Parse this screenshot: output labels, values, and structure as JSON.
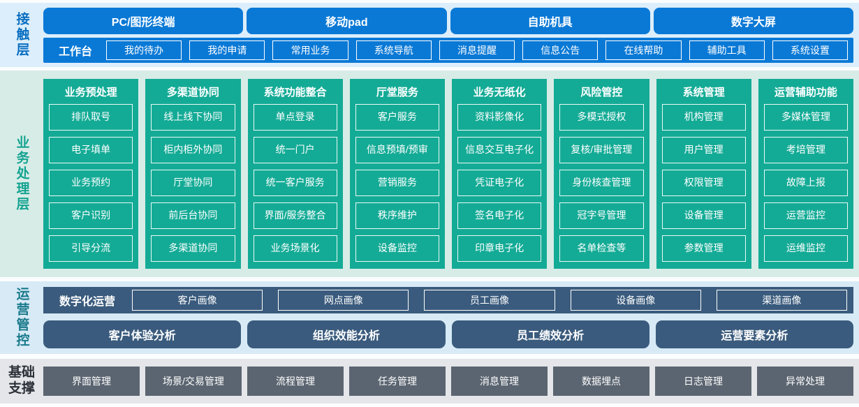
{
  "contact": {
    "label": "接触层",
    "channels": [
      "PC/图形终端",
      "移动pad",
      "自助机具",
      "数字大屏"
    ],
    "workbench": {
      "label": "工作台",
      "items": [
        "我的待办",
        "我的申请",
        "常用业务",
        "系统导航",
        "消息提醒",
        "信息公告",
        "在线帮助",
        "辅助工具",
        "系统设置"
      ]
    }
  },
  "business": {
    "label": "业务处理层",
    "columns": [
      {
        "title": "业务预处理",
        "items": [
          "排队取号",
          "电子填单",
          "业务预约",
          "客户识别",
          "引导分流"
        ]
      },
      {
        "title": "多渠道协同",
        "items": [
          "线上线下协同",
          "柜内柜外协同",
          "厅堂协同",
          "前后台协同",
          "多渠道协同"
        ]
      },
      {
        "title": "系统功能整合",
        "items": [
          "单点登录",
          "统一门户",
          "统一客户服务",
          "界面/服务整合",
          "业务场景化"
        ]
      },
      {
        "title": "厅堂服务",
        "items": [
          "客户服务",
          "信息预填/预审",
          "营销服务",
          "秩序维护",
          "设备监控"
        ]
      },
      {
        "title": "业务无纸化",
        "items": [
          "资料影像化",
          "信息交互电子化",
          "凭证电子化",
          "签名电子化",
          "印章电子化"
        ]
      },
      {
        "title": "风险管控",
        "items": [
          "多模式授权",
          "复核/审批管理",
          "身份核查管理",
          "冠字号管理",
          "名单检查等"
        ]
      },
      {
        "title": "系统管理",
        "items": [
          "机构管理",
          "用户管理",
          "权限管理",
          "设备管理",
          "参数管理"
        ]
      },
      {
        "title": "运营辅助功能",
        "items": [
          "多媒体管理",
          "考培管理",
          "故障上报",
          "运营监控",
          "运维监控"
        ]
      }
    ]
  },
  "operations": {
    "label": "运营管控",
    "digital": {
      "label": "数字化运营",
      "items": [
        "客户画像",
        "网点画像",
        "员工画像",
        "设备画像",
        "渠道画像"
      ]
    },
    "analysis": [
      "客户体验分析",
      "组织效能分析",
      "员工绩效分析",
      "运营要素分析"
    ]
  },
  "foundation": {
    "label": "基础支撑",
    "items": [
      "界面管理",
      "场景/交易管理",
      "流程管理",
      "任务管理",
      "消息管理",
      "数据埋点",
      "日志管理",
      "异常处理"
    ]
  },
  "colors": {
    "blue": "#0a79d6",
    "blue_label": "#0a6fc2",
    "teal": "#14ab96",
    "teal_label": "#14a391",
    "slate": "#3a5b7d",
    "ops_label": "#1a7a8c",
    "gray_box": "#5b6571",
    "contact_bg": "#dceefb",
    "business_bg": "#d8ece7",
    "operations_bg": "#d7eaf6",
    "foundation_bg": "#e4e6e9"
  }
}
